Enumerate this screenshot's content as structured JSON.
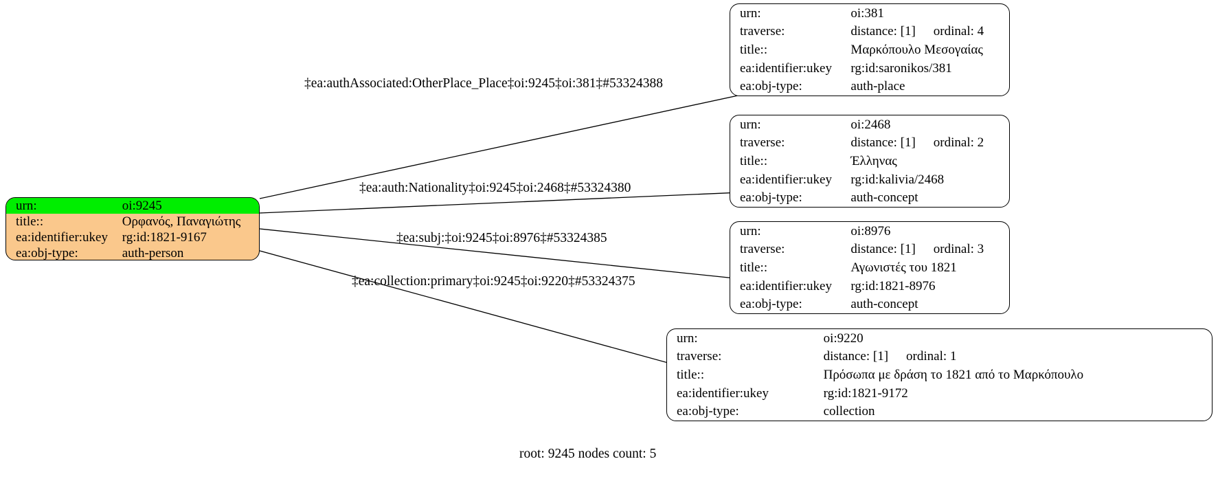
{
  "graph": {
    "caption": "root: 9245 nodes count: 5",
    "root_highlight_color": "#00ee00",
    "root_fill_color": "#fac88c",
    "node_fill_color": "#ffffff",
    "edge_color": "#000000"
  },
  "root_node": {
    "name": "node-9245",
    "rows": [
      {
        "key": "urn:",
        "value": "oi:9245",
        "highlight": true
      },
      {
        "key": "title::",
        "value": "Ορφανός, Παναγιώτης",
        "highlight": false
      },
      {
        "key": "ea:identifier:ukey",
        "value": "rg:id:1821-9167",
        "highlight": false
      },
      {
        "key": "ea:obj-type:",
        "value": "auth-person",
        "highlight": false
      }
    ]
  },
  "target_nodes": [
    {
      "name": "node-381",
      "urn_key": "urn:",
      "urn_value": "oi:381",
      "traverse_key": "traverse:",
      "traverse_distance": "distance: [1]",
      "traverse_ordinal": "ordinal: 4",
      "title_key": "title::",
      "title_value": "Μαρκόπουλο Μεσογαίας",
      "ukey_key": "ea:identifier:ukey",
      "ukey_value": "rg:id:saronikos/381",
      "objtype_key": "ea:obj-type:",
      "objtype_value": "auth-place"
    },
    {
      "name": "node-2468",
      "urn_key": "urn:",
      "urn_value": "oi:2468",
      "traverse_key": "traverse:",
      "traverse_distance": "distance: [1]",
      "traverse_ordinal": "ordinal: 2",
      "title_key": "title::",
      "title_value": "Έλληνας",
      "ukey_key": "ea:identifier:ukey",
      "ukey_value": "rg:id:kalivia/2468",
      "objtype_key": "ea:obj-type:",
      "objtype_value": "auth-concept"
    },
    {
      "name": "node-8976",
      "urn_key": "urn:",
      "urn_value": "oi:8976",
      "traverse_key": "traverse:",
      "traverse_distance": "distance: [1]",
      "traverse_ordinal": "ordinal: 3",
      "title_key": "title::",
      "title_value": "Αγωνιστές του 1821",
      "ukey_key": "ea:identifier:ukey",
      "ukey_value": "rg:id:1821-8976",
      "objtype_key": "ea:obj-type:",
      "objtype_value": "auth-concept"
    },
    {
      "name": "node-9220",
      "urn_key": "urn:",
      "urn_value": "oi:9220",
      "traverse_key": "traverse:",
      "traverse_distance": "distance: [1]",
      "traverse_ordinal": "ordinal: 1",
      "title_key": "title::",
      "title_value": "Πρόσωπα με δράση το 1821 από το Μαρκόπουλο",
      "ukey_key": "ea:identifier:ukey",
      "ukey_value": "rg:id:1821-9172",
      "objtype_key": "ea:obj-type:",
      "objtype_value": "collection"
    }
  ],
  "edges": [
    {
      "name": "edge-to-381",
      "label": "‡ea:authAssociated:OtherPlace_Place‡oi:9245‡oi:381‡#53324388"
    },
    {
      "name": "edge-to-2468",
      "label": "‡ea:auth:Nationality‡oi:9245‡oi:2468‡#53324380"
    },
    {
      "name": "edge-to-8976",
      "label": "‡ea:subj:‡oi:9245‡oi:8976‡#53324385"
    },
    {
      "name": "edge-to-9220",
      "label": "‡ea:collection:primary‡oi:9245‡oi:9220‡#53324375"
    }
  ]
}
